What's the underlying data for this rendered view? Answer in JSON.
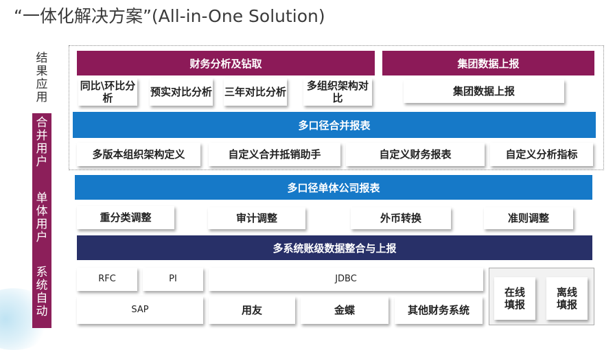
{
  "title": "“一体化解决方案”(All-in-One Solution)",
  "side_labels": {
    "result": "结果应用",
    "merge": "合并用户",
    "single": "单体用户",
    "system": "系统自动"
  },
  "results": {
    "finance_header": "财务分析及钻取",
    "group_header": "集团数据上报",
    "items": [
      "同比\\环比分析",
      "预实对比分析",
      "三年对比分析",
      "多组织架构对比"
    ],
    "group_item": "集团数据上报"
  },
  "merge": {
    "header": "多口径合并报表",
    "items": [
      "多版本组织架构定义",
      "自定义合并抵销助手",
      "自定义财务报表",
      "自定义分析指标"
    ]
  },
  "single": {
    "header": "多口径单体公司报表",
    "items": [
      "重分类调整",
      "审计调整",
      "外币转换",
      "准则调整"
    ]
  },
  "system": {
    "header": "多系统账级数据整合与上报",
    "row1": [
      "RFC",
      "PI",
      "JDBC"
    ],
    "row2": [
      "SAP",
      "用友",
      "金蝶",
      "其他财务系统"
    ],
    "manual": [
      "在线填报",
      "离线填报"
    ]
  },
  "colors": {
    "magenta": "#8c1a58",
    "blue": "#1679c8",
    "navy": "#283068"
  }
}
